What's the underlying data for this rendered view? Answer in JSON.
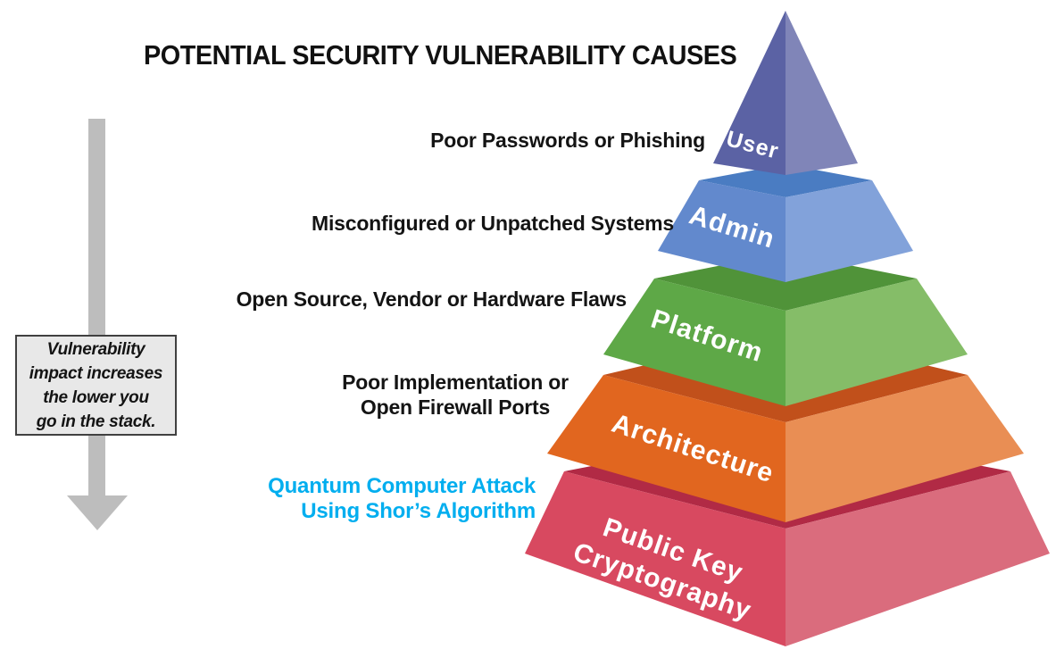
{
  "title": "POTENTIAL SECURITY VULNERABILITY CAUSES",
  "note": "Vulnerability\nimpact increases\nthe lower you\ngo in the stack.",
  "causes": [
    {
      "text": "Poor Passwords or Phishing",
      "highlighted": false
    },
    {
      "text": "Misconfigured or Unpatched Systems",
      "highlighted": false
    },
    {
      "text": "Open Source, Vendor or Hardware Flaws",
      "highlighted": false
    },
    {
      "text": "Poor Implementation or\nOpen Firewall Ports",
      "highlighted": false
    },
    {
      "text": "Quantum Computer Attack\nUsing Shor’s Algorithm",
      "highlighted": true
    }
  ],
  "pyramid": {
    "layers": [
      {
        "label": "User",
        "colors": {
          "left": "#5b62a4",
          "right": "#8085b8"
        }
      },
      {
        "label": "Admin",
        "colors": {
          "top": "#4a7cc2",
          "left": "#6289cd",
          "right": "#82a2da"
        }
      },
      {
        "label": "Platform",
        "colors": {
          "top": "#509339",
          "left": "#5ea847",
          "right": "#85bd68"
        }
      },
      {
        "label": "Architecture",
        "colors": {
          "top": "#c1501b",
          "left": "#e1661f",
          "right": "#e98e54"
        }
      },
      {
        "label": "Public Key\nCryptography",
        "colors": {
          "top": "#b12a45",
          "left": "#d84960",
          "right": "#da6c7d"
        }
      }
    ]
  },
  "colors": {
    "text": "#141414",
    "highlight": "#00aeef",
    "arrow": "#bdbdbd",
    "note_background": "#e8e8e8",
    "note_border": "#404040"
  }
}
